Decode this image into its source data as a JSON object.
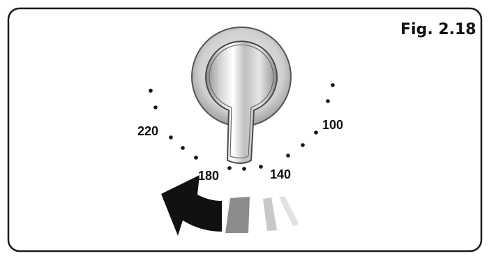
{
  "figure": {
    "label": "Fig. 2.18"
  },
  "dial": {
    "scale_labels": [
      "220",
      "180",
      "140",
      "100"
    ],
    "direction": "counter-clockwise"
  },
  "colors": {
    "arrow": "#111111",
    "bar_dark": "#8c8c8c",
    "bar_mid": "#c8c8c8",
    "bar_light": "#e2e2e2",
    "knob_rim": "#bdbdbd"
  }
}
